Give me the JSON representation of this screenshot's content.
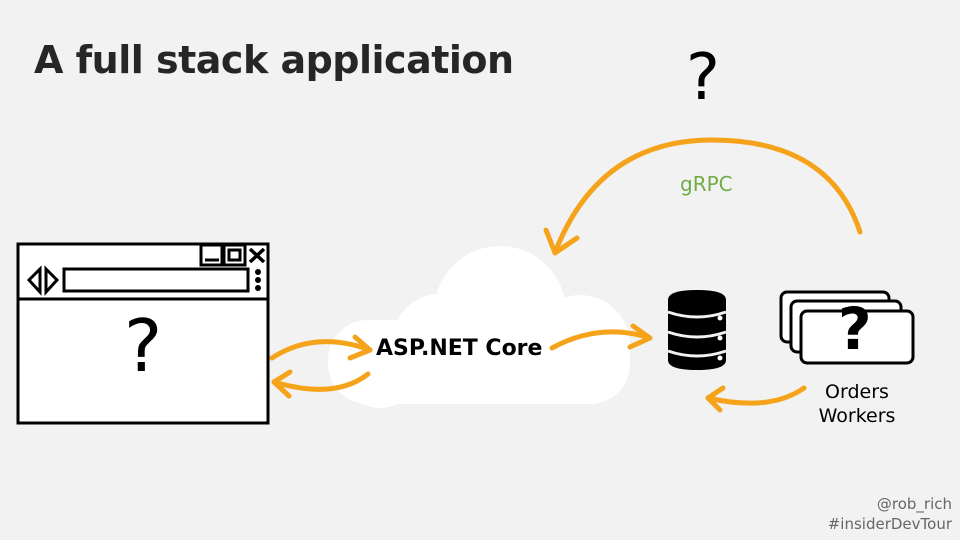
{
  "slide": {
    "title": "A full stack application",
    "colors": {
      "background": "#f2f2f2",
      "arrow": "#f5a31a",
      "grpc_label": "#70ad47",
      "cloud": "#ffffff",
      "outline": "#000000"
    }
  },
  "diagram": {
    "top_unknown": "?",
    "grpc_label": "gRPC",
    "browser": {
      "content": "?",
      "icons": [
        "back-forward-icon",
        "address-bar",
        "more-icon",
        "minimize-icon",
        "maximize-icon",
        "close-icon"
      ]
    },
    "cloud": {
      "label": "ASP.NET Core"
    },
    "database": {
      "icon": "database-icon"
    },
    "workers": {
      "content": "?",
      "label_line1": "Orders",
      "label_line2": "Workers"
    }
  },
  "footer": {
    "handle": "@rob_rich",
    "hashtag": "#insiderDevTour"
  }
}
